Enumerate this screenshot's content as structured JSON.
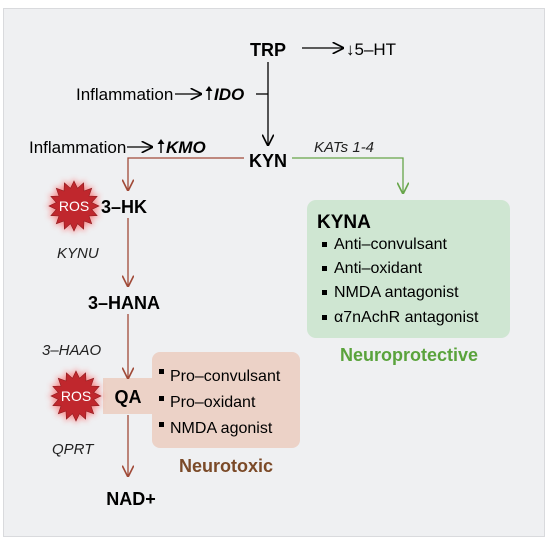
{
  "colors": {
    "neurotoxic_arrow": "#a04a38",
    "neuroprotective_arrow": "#67a54a",
    "neurotoxic_box": "#ecd2c7",
    "neuroprotective_box": "#cfe6d2",
    "neurotoxic_text": "#7b4a28",
    "neuroprotective_text": "#5aa33c",
    "ros_fill": "#c0272d",
    "background": "#eff0f2"
  },
  "nodes": {
    "trp": "TRP",
    "serotonin": "↓5–HT",
    "kyn": "KYN",
    "hk3": "3–HK",
    "hana3": "3–HANA",
    "qa": "QA",
    "nad": "NAD+",
    "kyna": "KYNA"
  },
  "regulators": {
    "ido": {
      "cause": "Inflammation",
      "enzyme": "IDO"
    },
    "kmo": {
      "cause": "Inflammation",
      "enzyme": "KMO"
    }
  },
  "enzymes": {
    "kats": "KATs 1-4",
    "kynu": "KYNU",
    "haao": "3–HAAO",
    "qprt": "QPRT"
  },
  "ros_label": "ROS",
  "kyna_effects": [
    "Anti–convulsant",
    "Anti–oxidant",
    "NMDA antagonist",
    "α7nAchR antagonist"
  ],
  "qa_effects": [
    "Pro–convulsant",
    "Pro–oxidant",
    "NMDA agonist"
  ],
  "category_labels": {
    "neuroprotective": "Neuroprotective",
    "neurotoxic": "Neurotoxic"
  }
}
